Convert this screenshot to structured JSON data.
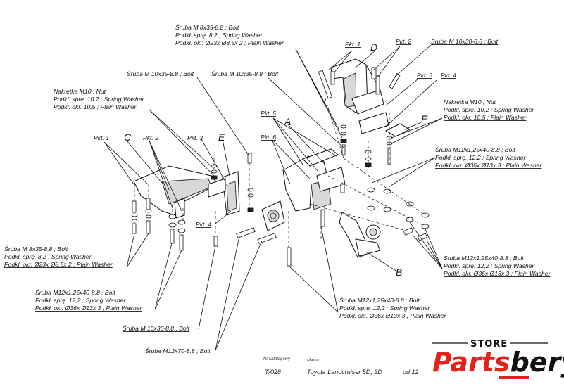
{
  "labels": {
    "top_bolt_1": "Śruba M 8x35-8.8 ;  Bolt",
    "top_bolt_2": "Podkł. sprę. 8,2 ; Spring Washer",
    "top_bolt_3": "Podkł. okr.  Ø23x Ø8,5x 2 ; Plain Washer",
    "bolt_m10x30_top": "Śruba M 10x30-8.8 ;  Bolt",
    "bolt_m10x35_a": "Śruba M 10x35-8.8 ;  Bolt",
    "bolt_m10x35_b": "Śruba M 10x35-8.8 ;  Bolt",
    "nut_left_1": "Nakrętka  M10 ; Nut",
    "nut_left_2": "Podkl. sprę. 10,2 ; Spring Washer",
    "nut_left_3": "Podkl. okr. 10,5 ; Plain Washer",
    "nut_right_1": "Nakrętka  M10 ; Nut",
    "nut_right_2": "Podkl. sprę. 10,2 ; Spring Washer",
    "nut_right_3": "Podkl. okr. 10,5 ; Plain Washer",
    "m12_right_1": "Śruba M12x1,25x40-8.8 ;  Bolt",
    "m12_right_2": "Podkł. sprę. 12,2 ; Spring Washer",
    "m12_right_3": "Podkł. okr.  Ø36x Ø13x 3 ; Plain Washer",
    "left_m8_1": "Śruba M 8x35-8.8 ;  Bolt",
    "left_m8_2": "Podkl. sprę. 8,2 ; Spring Washer",
    "left_m8_3": "Podkl. okr.  Ø23x Ø8,5x 2 ; Plain Washer",
    "left_m12_1": "Śruba M12x1,25x40-8.8 ;  Bolt",
    "left_m12_2": "Podkł. sprę. 12,2 ; Spring Washer",
    "left_m12_3": "Podkł. okr.  Ø36x Ø13x 3 ; Plain Washer",
    "bottom_m12_1": "Śruba M12x1,25x40-8.8 ;  Bolt",
    "bottom_m12_2": "Podkł. sprę. 12,2 ; Spring Washer",
    "bottom_m12_3": "Podkł. okr.  Ø36x Ø13x 3 ; Plain Washer",
    "right_low_1": "Śruba M12x1,25x40-8.8 ;  Bolt",
    "right_low_2": "Podkł. sprę. 12,2 ; Spring Washer",
    "right_low_3": "Podkł. okr.  Ø36x Ø13x 3 ; Plain Washer",
    "bolt_m10x30_bottom": "Śruba M 10x30-8.8 ;  Bolt",
    "bolt_m12x70": "Śruba M12x70-8.8 ;  Bolt"
  },
  "points": {
    "pkt1_top": "Pkt. 1",
    "pkt2_top": "Pkt. 2",
    "pkt3_top": "Pkt. 3",
    "pkt4_top": "Pkt. 4",
    "pkt5": "Pkt. 5",
    "pkt6": "Pkt. 6",
    "pkt1_left": "Pkt. 1",
    "pkt2_left": "Pkt. 2",
    "pkt3_left": "Pkt. 3",
    "pkt4_left": "Pkt. 4"
  },
  "letters": {
    "A": "A",
    "B": "B",
    "C": "C",
    "D": "D",
    "E_right": "E",
    "E_left": "E"
  },
  "footer": {
    "catalog_label": "Nr katalogowy",
    "brand_label": "Marka",
    "catalog_no": "T/028",
    "vehicle": "Toyota  Landcruiser 5D, 3D",
    "from": "od 12"
  },
  "logo": {
    "store": "STORE",
    "name_a": "Parts",
    "name_b": "bery",
    "accent": "#e2231a"
  }
}
